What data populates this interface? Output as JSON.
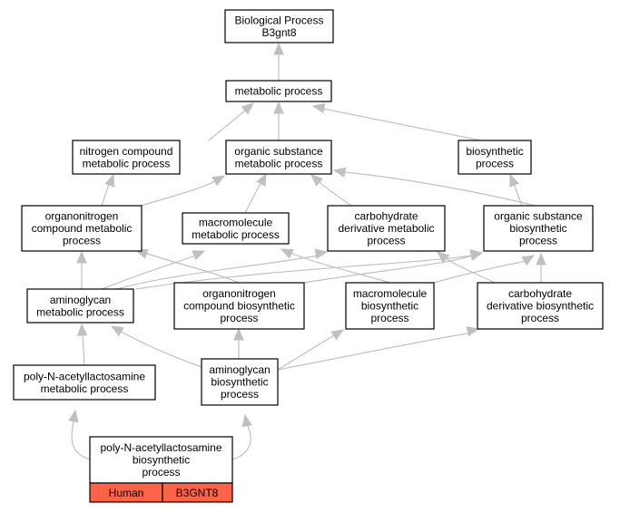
{
  "nodes": {
    "biological_process": "Biological Process\nB3gnt8",
    "metabolic_process": "metabolic process",
    "nitrogen_compound": "nitrogen compound\nmetabolic process",
    "organic_substance_metabolic": "organic substance\nmetabolic process",
    "biosynthetic_process": "biosynthetic\nprocess",
    "organonitrogen_metabolic": "organonitrogen\ncompound metabolic\nprocess",
    "macromolecule_metabolic": "macromolecule\nmetabolic process",
    "carbohydrate_derivative_metabolic": "carbohydrate\nderivative metabolic\nprocess",
    "organic_substance_biosynthetic": "organic substance\nbiosynthetic\nprocess",
    "aminoglycan_metabolic": "aminoglycan\nmetabolic process",
    "organonitrogen_biosynthetic": "organonitrogen\ncompound biosynthetic\nprocess",
    "macromolecule_biosynthetic": "macromolecule\nbiosynthetic\nprocess",
    "carbohydrate_derivative_biosynthetic": "carbohydrate\nderivative biosynthetic\nprocess",
    "polyn_metabolic": "poly-N-acetyllactosamine\nmetabolic process",
    "aminoglycan_biosynthetic": "aminoglycan\nbiosynthetic\nprocess",
    "polyn_biosynthetic": "poly-N-acetyllactosamine\nbiosynthetic\nprocess"
  },
  "annotation": {
    "species": "Human",
    "gene": "B3GNT8",
    "color": "#ff6347"
  },
  "colors": {
    "edge": "#c0c0c0",
    "node_border": "#000000",
    "node_fill": "#ffffff"
  }
}
